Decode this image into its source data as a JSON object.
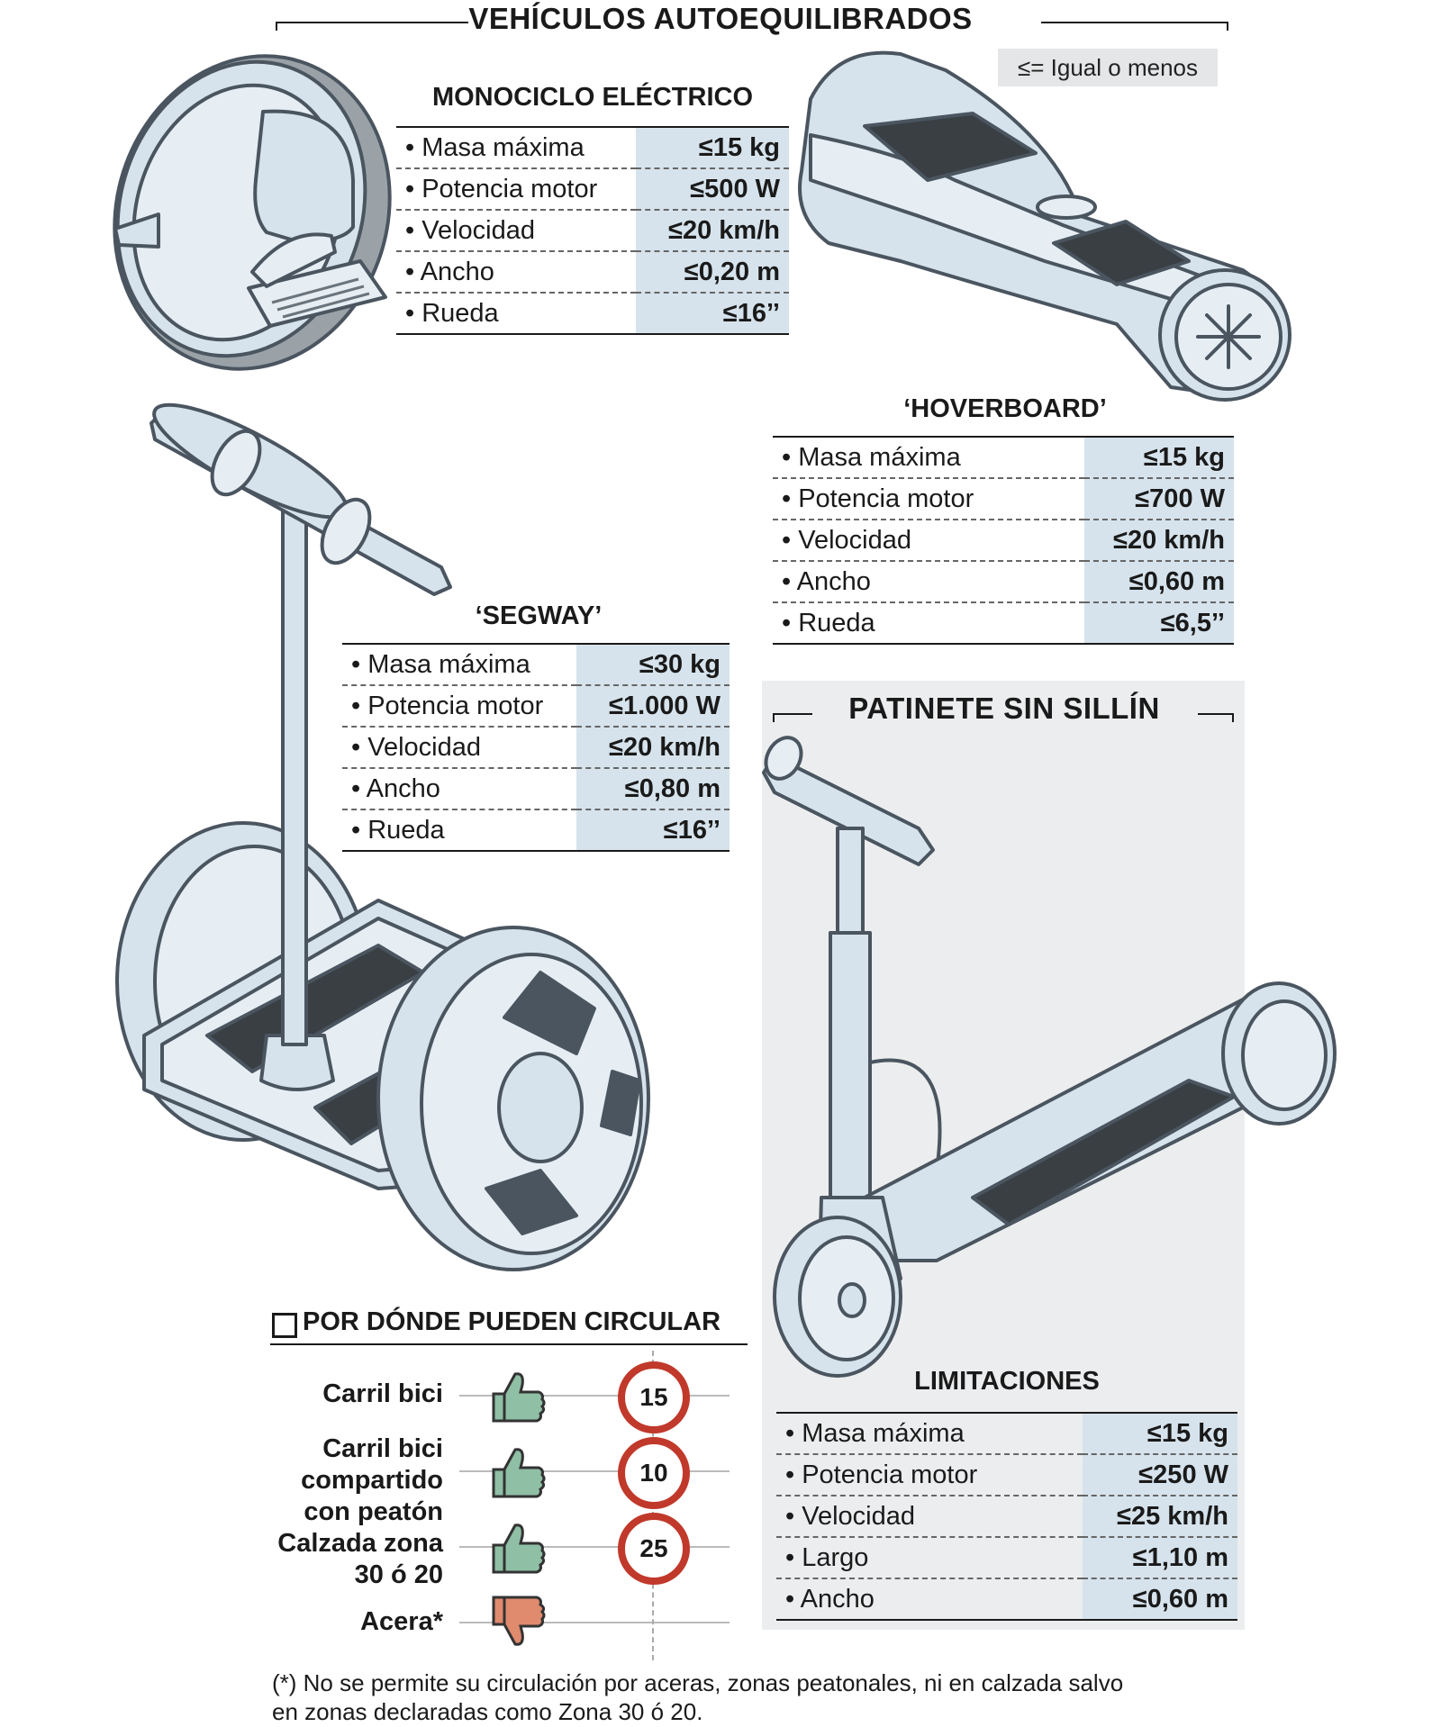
{
  "header": {
    "title": "VEHÍCULOS AUTOEQUILIBRADOS"
  },
  "legend": {
    "text": "≤= Igual  o menos"
  },
  "monociclo": {
    "title": "MONOCICLO ELÉCTRICO",
    "rows": [
      {
        "label": "• Masa máxima",
        "value": "≤15 kg"
      },
      {
        "label": "• Potencia motor",
        "value": "≤500 W"
      },
      {
        "label": "• Velocidad",
        "value": "≤20 km/h"
      },
      {
        "label": "• Ancho",
        "value": "≤0,20 m"
      },
      {
        "label": "• Rueda",
        "value": "≤16’’"
      }
    ]
  },
  "hoverboard": {
    "title": "‘HOVERBOARD’",
    "rows": [
      {
        "label": "• Masa máxima",
        "value": "≤15 kg"
      },
      {
        "label": "• Potencia motor",
        "value": "≤700 W"
      },
      {
        "label": "• Velocidad",
        "value": "≤20 km/h"
      },
      {
        "label": "• Ancho",
        "value": "≤0,60 m"
      },
      {
        "label": "• Rueda",
        "value": "≤6,5’’"
      }
    ]
  },
  "segway": {
    "title": "‘SEGWAY’",
    "rows": [
      {
        "label": "• Masa máxima",
        "value": "≤30 kg"
      },
      {
        "label": "• Potencia motor",
        "value": "≤1.000 W"
      },
      {
        "label": "• Velocidad",
        "value": "≤20 km/h"
      },
      {
        "label": "• Ancho",
        "value": "≤0,80 m"
      },
      {
        "label": "• Rueda",
        "value": "≤16’’"
      }
    ]
  },
  "patinete": {
    "title": "PATINETE SIN SILLÍN",
    "limits_title": "LIMITACIONES",
    "rows": [
      {
        "label": "• Masa máxima",
        "value": "≤15 kg"
      },
      {
        "label": "• Potencia motor",
        "value": "≤250 W"
      },
      {
        "label": "• Velocidad",
        "value": "≤25 km/h"
      },
      {
        "label": "• Largo",
        "value": "≤1,10 m"
      },
      {
        "label": "• Ancho",
        "value": "≤0,60 m"
      }
    ]
  },
  "circulation": {
    "title": "POR DÓNDE PUEDEN CIRCULAR",
    "rows": [
      {
        "label": "Carril bici",
        "allowed": true,
        "limit": "15"
      },
      {
        "label": "Carril bici compartido con peatón",
        "allowed": true,
        "limit": "10"
      },
      {
        "label": "Calzada zona 30 ó 20",
        "allowed": true,
        "limit": "25"
      },
      {
        "label": "Acera*",
        "allowed": false,
        "limit": ""
      }
    ],
    "colors": {
      "allowed": "#8fbfa5",
      "denied": "#e08a6e",
      "limit_ring": "#c0392b"
    }
  },
  "footnote": {
    "line1": "(*) No se permite su circulación por aceras, zonas peatonales, ni en calzada salvo",
    "line2": "en zonas declaradas como Zona 30 ó 20."
  }
}
